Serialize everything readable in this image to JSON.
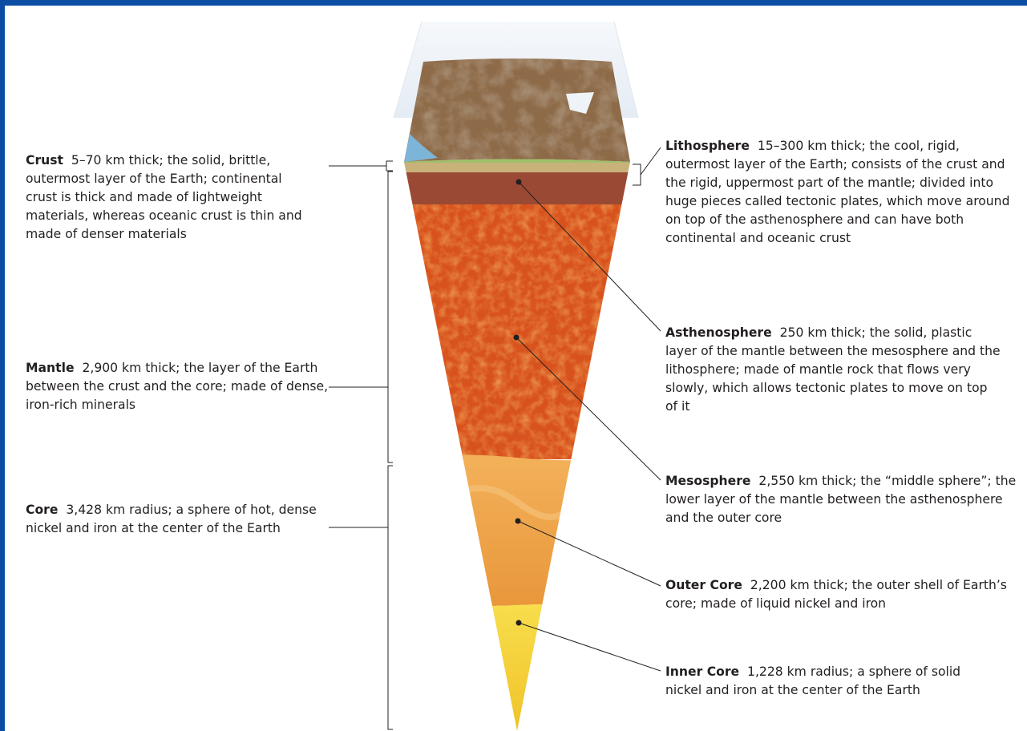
{
  "colors": {
    "frame": "#0a4da3",
    "crust_green": "#9fbf6a",
    "lithosphere_brown": "#9a4a34",
    "mantle_orange": "#d8521e",
    "outer_core": "#efa54a",
    "inner_core": "#f7d641"
  },
  "left_labels": [
    {
      "term": "Crust",
      "text": "5–70 km thick; the solid, brittle, outermost layer of the Earth; continental crust is thick and made of lightweight materials, whereas oceanic crust is thin and made of denser materials"
    },
    {
      "term": "Mantle",
      "text": "2,900 km thick; the layer of the Earth between the crust and the core; made of dense, iron-rich minerals"
    },
    {
      "term": "Core",
      "text": "3,428 km radius; a sphere of hot, dense nickel and iron at the center of the Earth"
    }
  ],
  "right_labels": [
    {
      "term": "Lithosphere",
      "text": "15–300 km thick; the cool, rigid, outermost layer of the Earth; consists of the crust and the rigid, uppermost part of the mantle; divided into huge pieces called tectonic plates, which move around on top of the asthenosphere and can have both continental and oceanic crust"
    },
    {
      "term": "Asthenosphere",
      "text": "250 km thick; the solid, plastic layer of the mantle between the mesosphere and the lithosphere; made of mantle rock that flows very slowly, which allows tectonic plates to move on top of it"
    },
    {
      "term": "Mesosphere",
      "text": "2,550 km thick; the “middle sphere”; the lower layer of the mantle between the asthenosphere and the outer core"
    },
    {
      "term": "Outer Core",
      "text": "2,200 km thick; the outer shell of Earth’s core; made of liquid nickel and iron"
    },
    {
      "term": "Inner Core",
      "text": "1,228 km radius; a sphere of solid nickel and iron at the center of the Earth"
    }
  ]
}
